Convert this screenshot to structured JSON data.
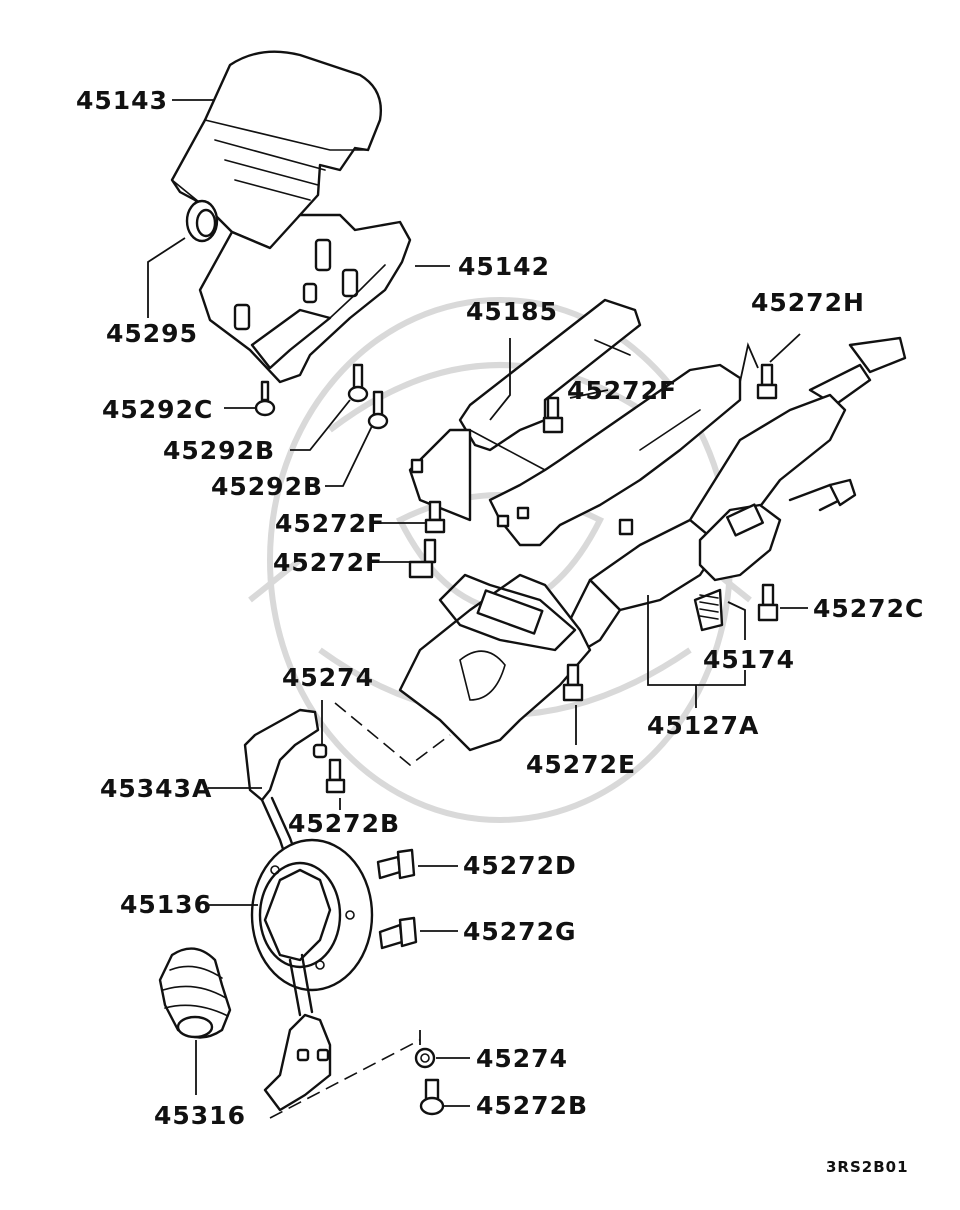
{
  "diagram": {
    "code": "3RS2B01",
    "labels": {
      "p45143": "45143",
      "p45142": "45142",
      "p45295": "45295",
      "p45292C": "45292C",
      "p45292B_1": "45292B",
      "p45292B_2": "45292B",
      "p45185": "45185",
      "p45272H": "45272H",
      "p45272F_1": "45272F",
      "p45272F_2": "45272F",
      "p45272F_3": "45272F",
      "p45272C": "45272C",
      "p45174": "45174",
      "p45127A": "45127A",
      "p45274_1": "45274",
      "p45272E": "45272E",
      "p45343A": "45343A",
      "p45272B_1": "45272B",
      "p45272D": "45272D",
      "p45136": "45136",
      "p45272G": "45272G",
      "p45316": "45316",
      "p45274_2": "45274",
      "p45272B_2": "45272B"
    }
  }
}
